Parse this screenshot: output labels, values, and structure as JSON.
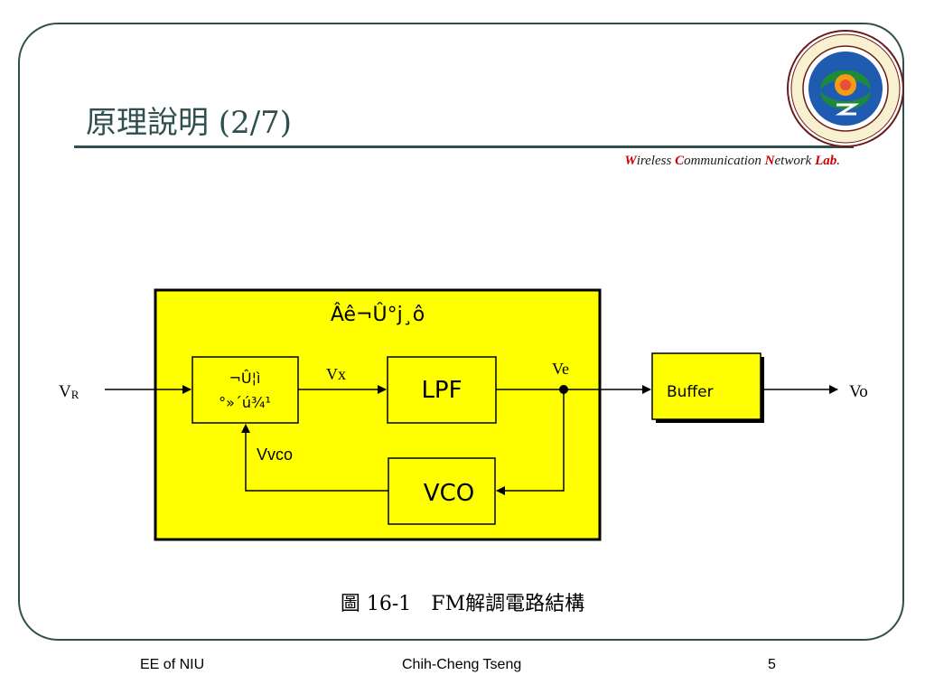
{
  "slide": {
    "title": "原理說明 (2/7)",
    "lab": {
      "w": "W",
      "w_rest": "ireless ",
      "c": "C",
      "c_rest": "ommunication ",
      "n": "N",
      "n_rest": "etwork ",
      "lab": "Lab",
      "dot": "."
    },
    "caption": "圖 16-1　FM解調電路結構",
    "footer": {
      "left": "EE of NIU",
      "center": "Chih-Cheng Tseng",
      "page": "5"
    }
  },
  "diagram": {
    "big_box_label": "Âê¬Û°j¸ô",
    "phase_detector_line1": "¬Û¦ì",
    "phase_detector_line2": "°»´ú¾¹",
    "lpf": "LPF",
    "vco": "VCO",
    "buffer": "Buffer",
    "vr": "V",
    "vr_sub": "R",
    "vx": "Vx",
    "ve": "Ve",
    "vvco": "Vvco",
    "vo": "Vo"
  },
  "colors": {
    "accent": "#2f4f4f",
    "box_fill": "#ffff00",
    "lab_red": "#cc0000"
  },
  "icons": {
    "logo": "university-seal-icon"
  }
}
